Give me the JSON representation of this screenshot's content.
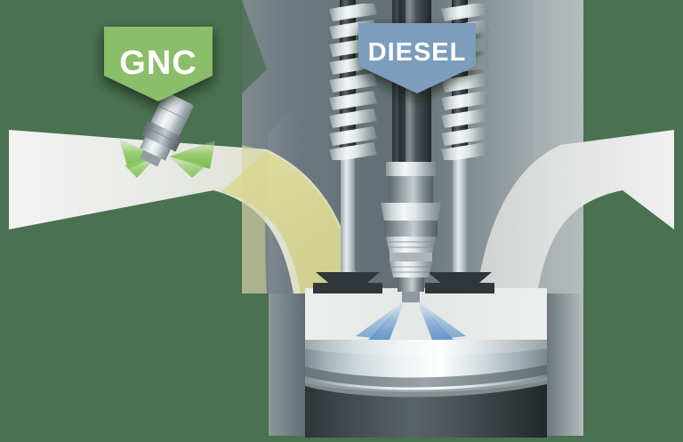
{
  "diagram": {
    "title": "Dual-fuel engine cylinder cross-section",
    "background_color": "#4a7150",
    "labels": {
      "gnc": {
        "text": "GNC",
        "shape": "pentagon-banner",
        "fill": "#8cbd6b",
        "text_color": "#ffffff",
        "has_shadow": true
      },
      "diesel": {
        "text": "DIESEL",
        "shape": "pentagon-banner",
        "fill": "#7e9cbc",
        "text_color": "#ffffff",
        "has_shadow": true
      }
    },
    "components": {
      "cylinder_head": {
        "name": "cylinder-head",
        "fill": "#6e7a80"
      },
      "cylinder_block": {
        "name": "cylinder-block",
        "fill": "#6f7b80"
      },
      "intake_port_left": {
        "name": "intake-port-left",
        "fill": "#e3e6e5"
      },
      "intake_port_right": {
        "name": "intake-port-right",
        "fill": "#dcdedd"
      },
      "combustion_chamber": {
        "name": "combustion-chamber",
        "fill": "#e8eaea"
      },
      "piston": {
        "name": "piston",
        "fill": "#b9c2c6"
      },
      "piston_rings": {
        "name": "piston-rings",
        "count": 2,
        "fill": "#707a7e"
      },
      "gnc_injector": {
        "name": "gnc-injector-nozzle",
        "fill": "#c8cfd2",
        "tilt_deg": 28
      },
      "diesel_injector": {
        "name": "diesel-injector-body",
        "fill": "#c5ccd0"
      },
      "valves": {
        "name": "poppet-valve",
        "count": 2,
        "stem_fill": "#3c4347",
        "head_fill": "#32383c"
      },
      "valve_springs": {
        "name": "valve-spring",
        "count": 2,
        "coils": 9,
        "fill": "#ccd4d8"
      },
      "gnc_spray": {
        "name": "gnc-spray-cone",
        "fill": "#7fc04f",
        "count": 2
      },
      "diesel_spray": {
        "name": "diesel-spray-cone",
        "fill": "#6d9fd0",
        "count": 2
      },
      "gas_mixture_flow": {
        "name": "gas-mixture-flow",
        "fill": "#d7d58e"
      }
    }
  }
}
